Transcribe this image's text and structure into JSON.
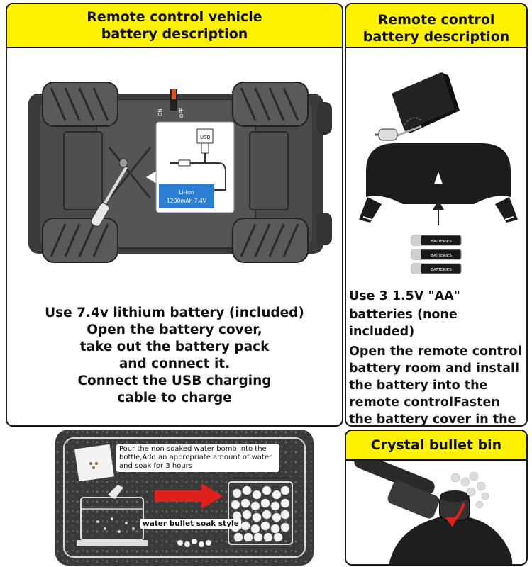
{
  "vehicle_panel": {
    "title_line1": "Remote control vehicle",
    "title_line2": "battery description",
    "switch_on": "ON",
    "switch_off": "OFF",
    "usb_label": "USB",
    "battery_line1": "Li-ion",
    "battery_line2": "1200mAh  7.4V",
    "text_lines": [
      "Use 7.4v lithium battery (included)",
      "Open the battery cover,",
      "take out the battery pack",
      "and connect it.",
      "Connect the USB charging",
      "cable to charge"
    ]
  },
  "remote_panel": {
    "title_line1": "Remote control",
    "title_line2": "battery description",
    "aa_label": "BATTERIES",
    "text_line1": "Use 3 1.5V \"AA\"",
    "text_line2": "batteries (none included)",
    "text_body": "Open the remote control battery room and install the battery into the remote controlFasten the battery cover in the controller."
  },
  "water_panel": {
    "note": "Pour the non soaked water bomb into the bottle,Add an appropriate amount of water and soak for 3 hours",
    "style_label": "water bullet soak style"
  },
  "bin_panel": {
    "title": "Crystal bullet bin"
  },
  "colors": {
    "header_yellow": "#fff200",
    "battery_blue": "#2b7fd4",
    "arrow_red": "#e0201b"
  }
}
